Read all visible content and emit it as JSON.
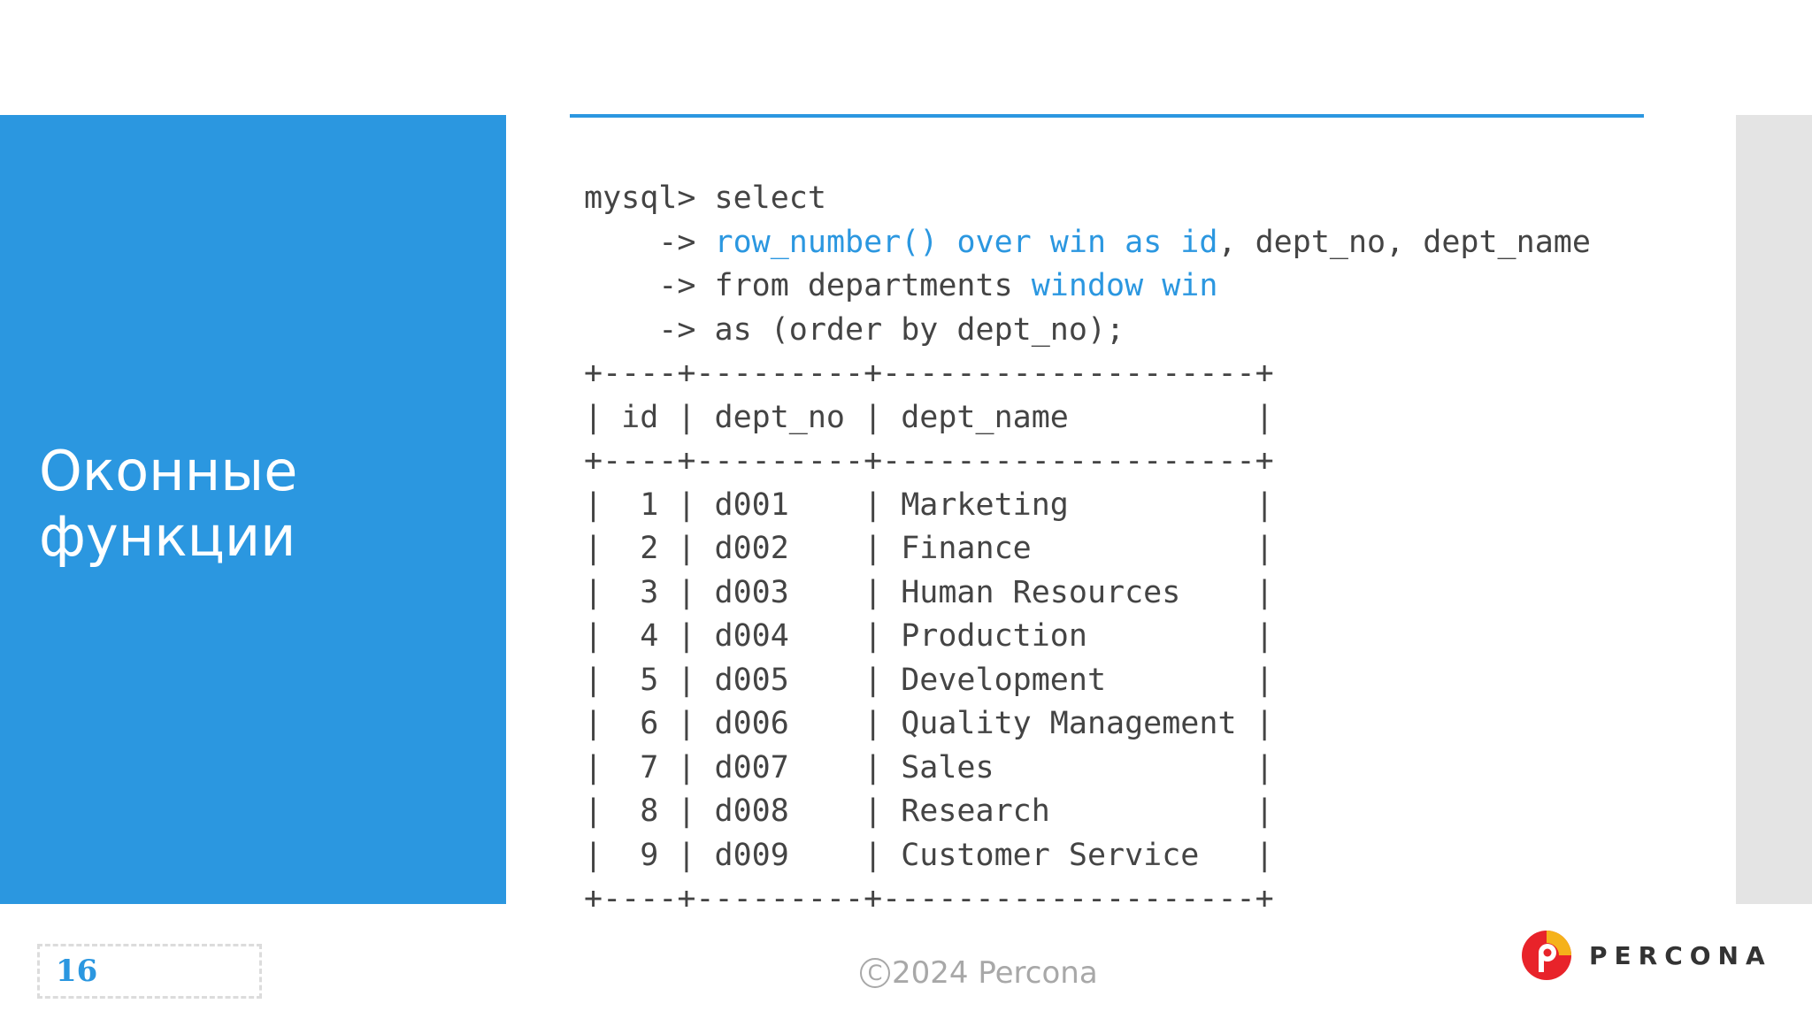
{
  "slide": {
    "title_line1": "Оконные",
    "title_line2": "функции",
    "page_number": "16",
    "footer_text": "2024 Percona",
    "copyright_symbol": "C",
    "logo_text": "PERCONA"
  },
  "code_lines": [
    [
      {
        "t": "mysql> select"
      }
    ],
    [
      {
        "t": "    -> "
      },
      {
        "t": "row_number() over win as id",
        "k": 1
      },
      {
        "t": ", dept_no, dept_name"
      }
    ],
    [
      {
        "t": "    -> from departments "
      },
      {
        "t": "window win",
        "k": 1
      }
    ],
    [
      {
        "t": "    -> as (order by dept_no);"
      }
    ],
    [
      {
        "t": "+----+---------+--------------------+"
      }
    ],
    [
      {
        "t": "| id | dept_no | dept_name          |"
      }
    ],
    [
      {
        "t": "+----+---------+--------------------+"
      }
    ],
    [
      {
        "t": "|  1 | d001    | Marketing          |"
      }
    ],
    [
      {
        "t": "|  2 | d002    | Finance            |"
      }
    ],
    [
      {
        "t": "|  3 | d003    | Human Resources    |"
      }
    ],
    [
      {
        "t": "|  4 | d004    | Production         |"
      }
    ],
    [
      {
        "t": "|  5 | d005    | Development        |"
      }
    ],
    [
      {
        "t": "|  6 | d006    | Quality Management |"
      }
    ],
    [
      {
        "t": "|  7 | d007    | Sales              |"
      }
    ],
    [
      {
        "t": "|  8 | d008    | Research           |"
      }
    ],
    [
      {
        "t": "|  9 | d009    | Customer Service   |"
      }
    ],
    [
      {
        "t": "+----+---------+--------------------+"
      }
    ]
  ],
  "colors": {
    "accent": "#2b97e0",
    "code_text": "#444444",
    "side_strip": "#e4e4e4",
    "footer_text": "#a8a8a8",
    "logo_red": "#e8232a",
    "logo_yellow": "#f5b21b"
  }
}
